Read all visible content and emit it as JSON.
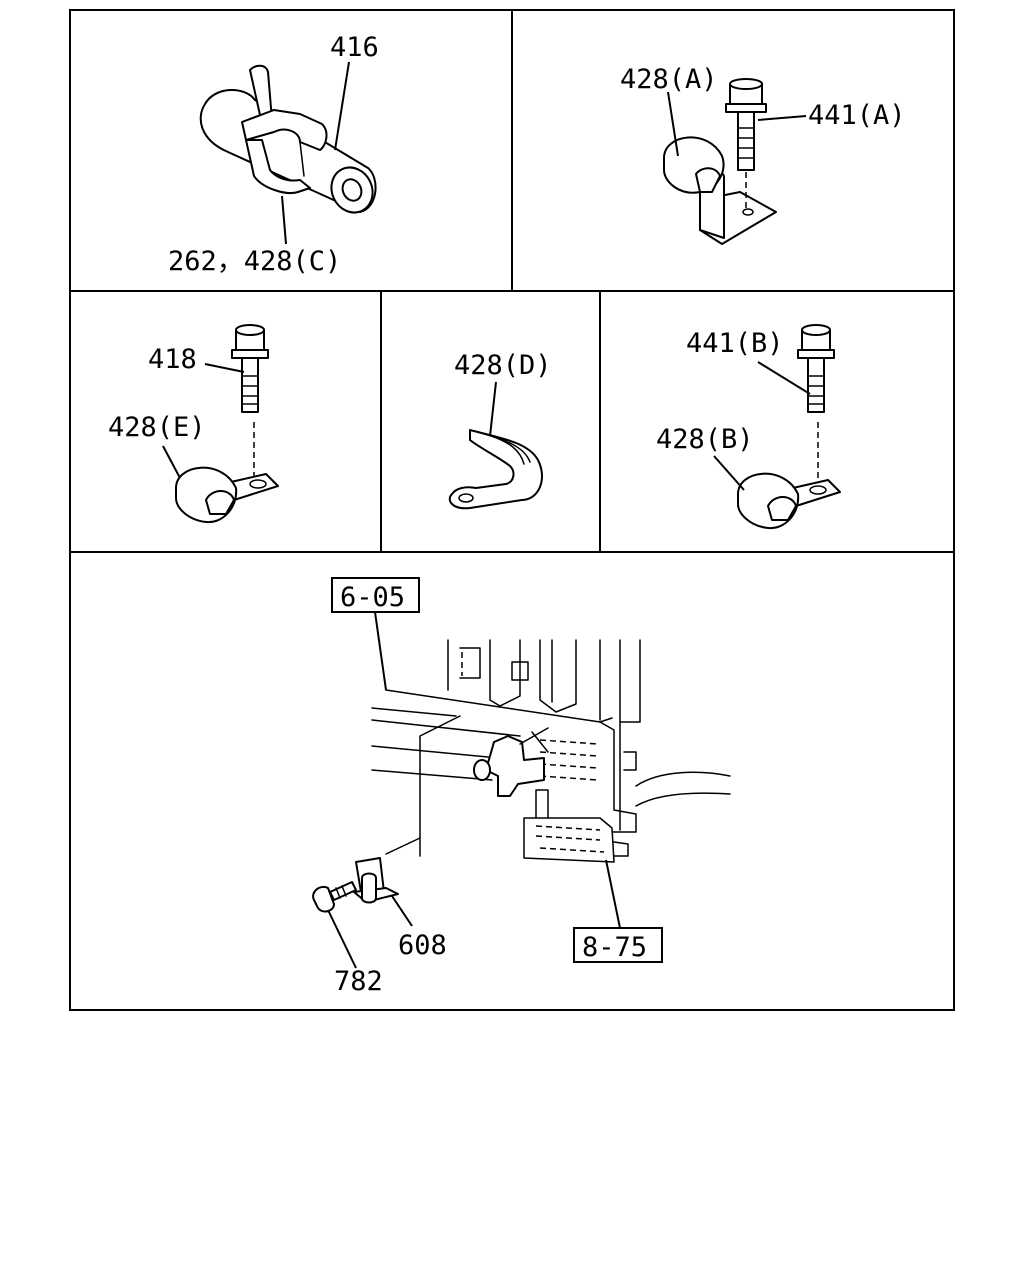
{
  "callouts": {
    "p416": "416",
    "p262_428c": "262，428(C)",
    "p428a": "428(A)",
    "p441a": "441(A)",
    "p418": "418",
    "p428e": "428(E)",
    "p428d": "428(D)",
    "p441b": "441(B)",
    "p428b": "428(B)",
    "p608": "608",
    "p782": "782"
  },
  "references": {
    "ref_605": "6-05",
    "ref_875": "8-75"
  }
}
